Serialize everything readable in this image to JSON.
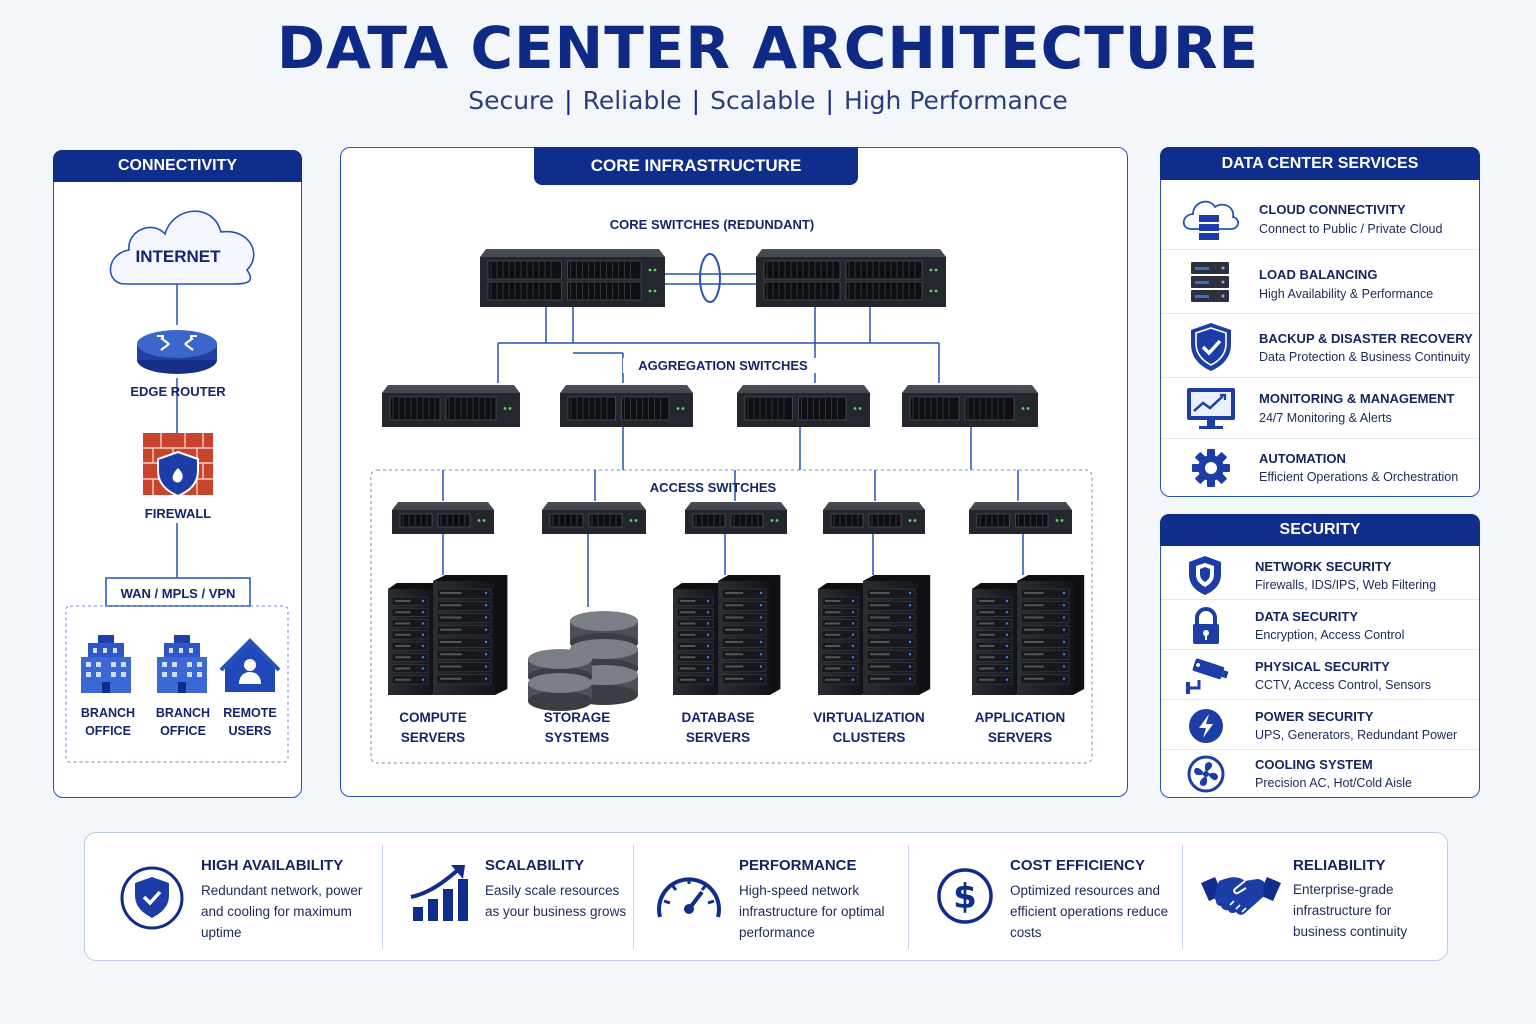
{
  "header": {
    "title": "DATA CENTER ARCHITECTURE",
    "tagline": [
      "Secure",
      "Reliable",
      "Scalable",
      "High Performance"
    ]
  },
  "connectivity": {
    "title": "CONNECTIVITY",
    "internet": "INTERNET",
    "edge_router": "EDGE ROUTER",
    "firewall": "FIREWALL",
    "wan": "WAN / MPLS / VPN",
    "sites": [
      {
        "line1": "BRANCH",
        "line2": "OFFICE"
      },
      {
        "line1": "BRANCH",
        "line2": "OFFICE"
      },
      {
        "line1": "REMOTE",
        "line2": "USERS"
      }
    ]
  },
  "core": {
    "title": "CORE INFRASTRUCTURE",
    "core_switches": "CORE SWITCHES (REDUNDANT)",
    "aggregation": "AGGREGATION SWITCHES",
    "access": "ACCESS SWITCHES",
    "devices": [
      {
        "line1": "COMPUTE",
        "line2": "SERVERS"
      },
      {
        "line1": "STORAGE",
        "line2": "SYSTEMS"
      },
      {
        "line1": "DATABASE",
        "line2": "SERVERS"
      },
      {
        "line1": "VIRTUALIZATION",
        "line2": "CLUSTERS"
      },
      {
        "line1": "APPLICATION",
        "line2": "SERVERS"
      }
    ]
  },
  "services": {
    "title": "DATA CENTER SERVICES",
    "items": [
      {
        "icon": "cloud-server-icon",
        "title": "CLOUD CONNECTIVITY",
        "desc": "Connect to Public / Private Cloud"
      },
      {
        "icon": "server-stack-icon",
        "title": "LOAD BALANCING",
        "desc": "High Availability & Performance"
      },
      {
        "icon": "shield-check-icon",
        "title": "BACKUP & DISASTER RECOVERY",
        "desc": "Data Protection & Business Continuity"
      },
      {
        "icon": "monitor-chart-icon",
        "title": "MONITORING & MANAGEMENT",
        "desc": "24/7 Monitoring & Alerts"
      },
      {
        "icon": "gear-icon",
        "title": "AUTOMATION",
        "desc": "Efficient Operations & Orchestration"
      }
    ]
  },
  "security": {
    "title": "SECURITY",
    "items": [
      {
        "icon": "shield-icon",
        "title": "NETWORK SECURITY",
        "desc": "Firewalls, IDS/IPS, Web Filtering"
      },
      {
        "icon": "lock-icon",
        "title": "DATA SECURITY",
        "desc": "Encryption, Access Control"
      },
      {
        "icon": "cctv-camera-icon",
        "title": "PHYSICAL SECURITY",
        "desc": "CCTV, Access Control, Sensors"
      },
      {
        "icon": "power-bolt-icon",
        "title": "POWER SECURITY",
        "desc": "UPS, Generators, Redundant Power"
      },
      {
        "icon": "fan-icon",
        "title": "COOLING SYSTEM",
        "desc": "Precision AC, Hot/Cold Aisle"
      }
    ]
  },
  "features": [
    {
      "icon": "shield-check-icon",
      "title": "HIGH AVAILABILITY",
      "desc": "Redundant network, power and cooling for maximum uptime"
    },
    {
      "icon": "growth-chart-icon",
      "title": "SCALABILITY",
      "desc": "Easily scale resources as your business grows"
    },
    {
      "icon": "speedometer-icon",
      "title": "PERFORMANCE",
      "desc": "High-speed network infrastructure for optimal performance"
    },
    {
      "icon": "dollar-coin-icon",
      "title": "COST EFFICIENCY",
      "desc": "Optimized resources and efficient operations reduce costs"
    },
    {
      "icon": "handshake-icon",
      "title": "RELIABILITY",
      "desc": "Enterprise-grade infrastructure for business continuity"
    }
  ],
  "colors": {
    "primary": "#0f2d8a",
    "accent": "#2553b8",
    "text": "#14245e"
  }
}
